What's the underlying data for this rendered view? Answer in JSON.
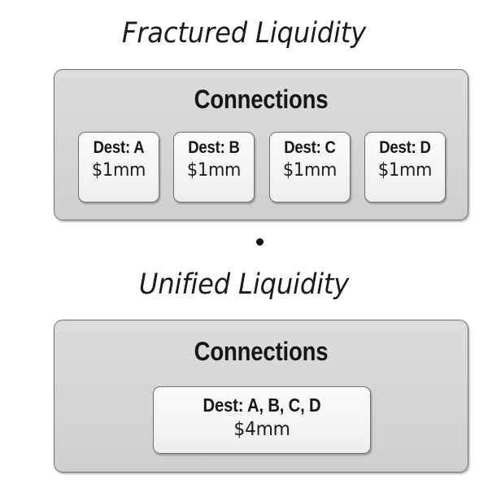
{
  "sections": [
    {
      "title": "Fractured Liquidity",
      "panel": {
        "heading": "Connections",
        "cards": [
          {
            "dest": "Dest: A",
            "amount": "$1mm"
          },
          {
            "dest": "Dest: B",
            "amount": "$1mm"
          },
          {
            "dest": "Dest: C",
            "amount": "$1mm"
          },
          {
            "dest": "Dest: D",
            "amount": "$1mm"
          }
        ]
      }
    },
    {
      "title": "Unified Liquidity",
      "panel": {
        "heading": "Connections",
        "cards": [
          {
            "dest": "Dest: A, B, C, D",
            "amount": "$4mm"
          }
        ]
      }
    }
  ],
  "separator": {
    "glyph": "bullet-dot"
  },
  "colors": {
    "background": "#ffffff",
    "panel_fill": "#d5d5d5",
    "panel_border": "#6f6f6f",
    "card_fill": "#f5f5f6",
    "card_border": "#6f6f6f",
    "text": "#161616"
  }
}
